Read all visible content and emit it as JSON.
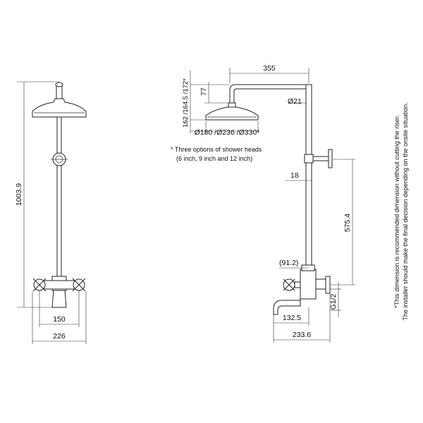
{
  "front_view": {
    "height_dim": "1003.9",
    "centers_dim": "150",
    "width_dim": "226"
  },
  "side_view": {
    "arm_reach_dim": "355",
    "head_height_dim": "162 /164.5 /172*",
    "drop_dim": "77",
    "riser_diameter_dim": "Ø21",
    "head_diameters_dim": "Ø180 /Ø236 /Ø330*",
    "wall_offset_dim": "18",
    "bracket_height_dim": "575.4",
    "valve_offset_dim": "(91.2)",
    "spout_reach_dim": "132.5",
    "overall_depth_dim": "233.6",
    "thread_dim": "G1/2"
  },
  "notes": {
    "head_options_line1": "* Three options of shower heads",
    "head_options_line2": "(6 inch, 9 inch and 12 inch)",
    "riser_note_line1": "*This dimension is recommended dimension without cutting the riser.",
    "riser_note_line2": "The installer should make the final decision depending on the onsite situation."
  }
}
